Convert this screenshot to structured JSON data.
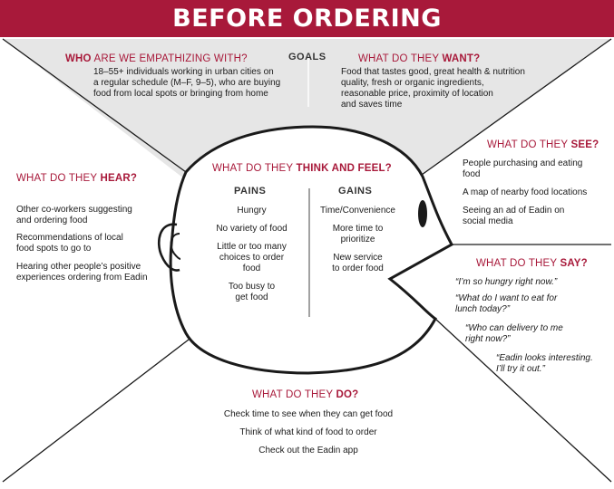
{
  "title": "BEFORE ORDERING",
  "goals_label": "GOALS",
  "who": {
    "heading_bold": "WHO",
    "heading_rest": " ARE WE EMPATHIZING WITH?",
    "text": [
      "18–55+ individuals working in urban cities on",
      "a regular schedule (M–F, 9–5), who are buying",
      "food from local spots or bringing from home"
    ]
  },
  "want": {
    "heading_rest": "WHAT DO THEY ",
    "heading_bold": "WANT?",
    "text": [
      "Food that tastes good, great health & nutrition",
      "quality, fresh or organic ingredients,",
      "reasonable price, proximity of location",
      "and saves time"
    ]
  },
  "think": {
    "heading_rest": "WHAT DO THEY ",
    "heading_bold": "THINK AND FEEL?",
    "pains_label": "PAINS",
    "gains_label": "GAINS",
    "pains": [
      "Hungry",
      "No variety of food",
      [
        "Little or too many",
        "choices to order",
        "food"
      ],
      [
        "Too busy to",
        "get food"
      ]
    ],
    "gains": [
      "Time/Convenience",
      [
        "More time to",
        "prioritize"
      ],
      [
        "New service",
        "to order food"
      ]
    ]
  },
  "hear": {
    "heading_rest": "WHAT DO THEY ",
    "heading_bold": "HEAR?",
    "items": [
      [
        "Other co-workers suggesting",
        "and ordering food"
      ],
      [
        "Recommendations of local",
        "food spots to go to"
      ],
      [
        "Hearing other people’s positive",
        "experiences ordering from Eadin"
      ]
    ]
  },
  "see": {
    "heading_rest": "WHAT DO THEY ",
    "heading_bold": "SEE?",
    "items": [
      [
        "People purchasing and eating",
        "food"
      ],
      [
        "A map of nearby food locations"
      ],
      [
        "Seeing an ad of Eadin on",
        "social media"
      ]
    ]
  },
  "say": {
    "heading_rest": "WHAT DO THEY ",
    "heading_bold": "SAY?",
    "quotes": [
      [
        "“I’m so hungry right now.”"
      ],
      [
        "“What do I want to eat for",
        "lunch today?”"
      ],
      [
        "“Who can delivery to me",
        "right now?”"
      ],
      [
        "“Eadin looks interesting.",
        "I’ll try it out.”"
      ]
    ]
  },
  "do": {
    "heading_rest": "WHAT DO THEY ",
    "heading_bold": "DO?",
    "items": [
      "Check time to see when they can get food",
      "Think of what kind of food to order",
      "Check out the Eadin app"
    ]
  },
  "colors": {
    "accent": "#a8193a",
    "goals_bg": "#e6e6e6",
    "text": "#1a1a1a"
  }
}
